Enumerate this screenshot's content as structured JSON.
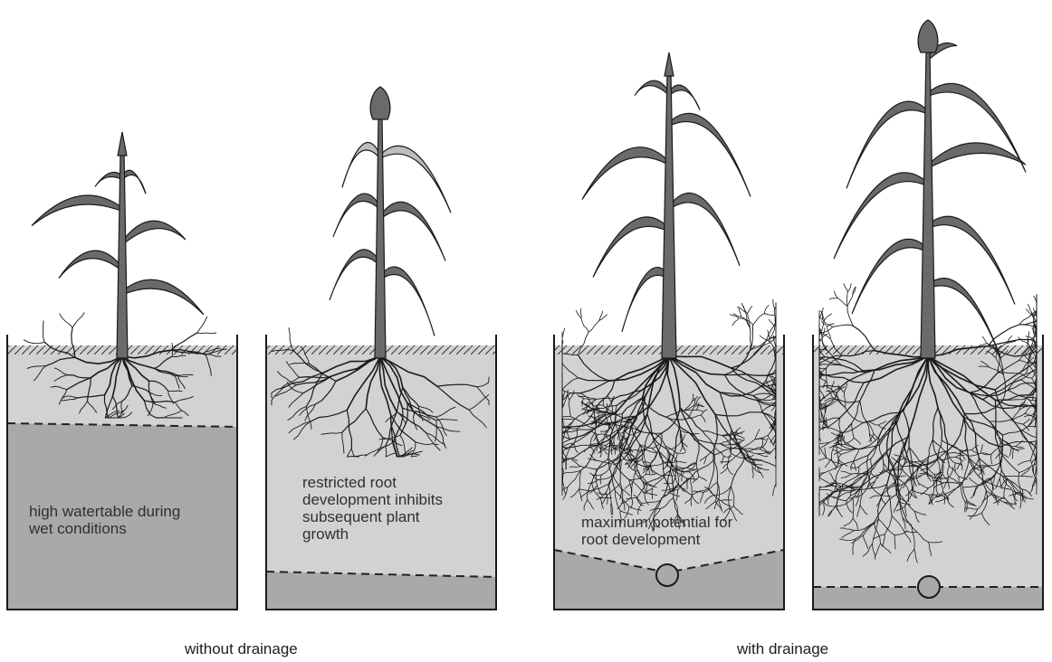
{
  "panels": [
    {
      "id": "p1",
      "label_lines": [
        "high watertable during",
        "wet conditions"
      ]
    },
    {
      "id": "p2",
      "label_lines": [
        "restricted root",
        "development inhibits",
        "subsequent plant",
        "growth"
      ]
    },
    {
      "id": "p3",
      "label_lines": [
        "maximum potential for",
        "root development"
      ]
    },
    {
      "id": "p4",
      "label_lines": []
    }
  ],
  "captions": {
    "without": "without drainage",
    "with": "with drainage"
  },
  "colors": {
    "soil": "#d2d2d2",
    "water": "#a9a9a9",
    "plant": "#6a6a6a",
    "outline": "#1a1a1a",
    "yellow_leaf": "#bdbdbd"
  }
}
